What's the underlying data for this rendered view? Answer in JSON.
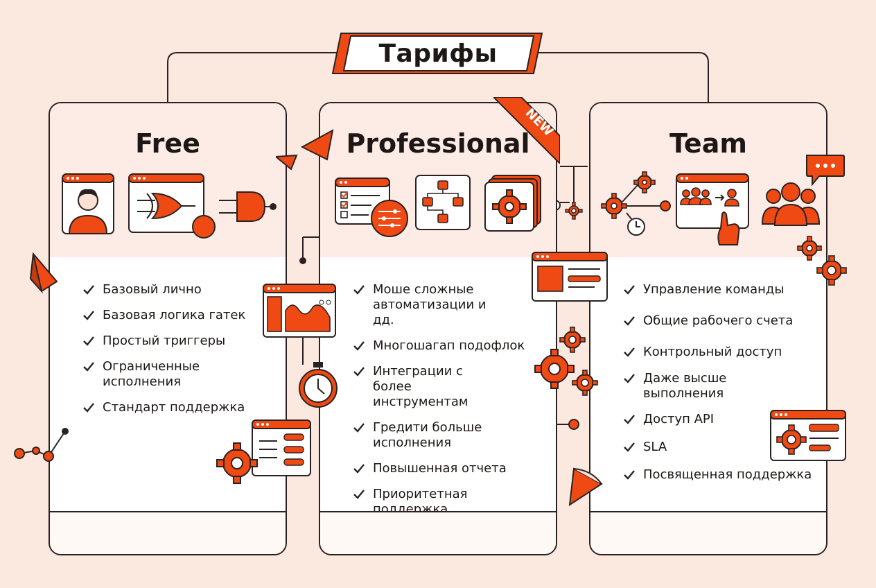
{
  "page": {
    "title": "Тарифы"
  },
  "colors": {
    "accent": "#f04a14",
    "ink": "#2a2222",
    "background": "#fbe8df",
    "panel": "#fdece5"
  },
  "plans": [
    {
      "name": "Free",
      "badge": "",
      "features": [
        "Базовый лично",
        "Базовая логика гатек",
        "Простый триггеры",
        "Ограниченные исполнения",
        "Стандарт поддержка"
      ],
      "icons": [
        "user-profile-icon",
        "logic-gate-window-icon",
        "and-gate-icon"
      ]
    },
    {
      "name": "Professional",
      "badge": "NEW",
      "features": [
        "Моше сложные автоматизации и дд.",
        "Многошагап подофлок",
        "Интеграции с более инструментам",
        "Гредити больше исполнения",
        "Повышенная отчета",
        "Приоритетная поддержка"
      ],
      "icons": [
        "checklist-settings-icon",
        "flowchart-icon",
        "gear-stack-icon"
      ]
    },
    {
      "name": "Team",
      "badge": "",
      "features": [
        "Управление команды",
        "Общие рабочего счета",
        "Контрольный доступ",
        "Даже высше выполнения",
        "Доступ API",
        "SLA",
        "Посвященная поддержка"
      ],
      "icons": [
        "workflow-gears-icon",
        "team-presentation-icon",
        "group-icon"
      ]
    }
  ]
}
